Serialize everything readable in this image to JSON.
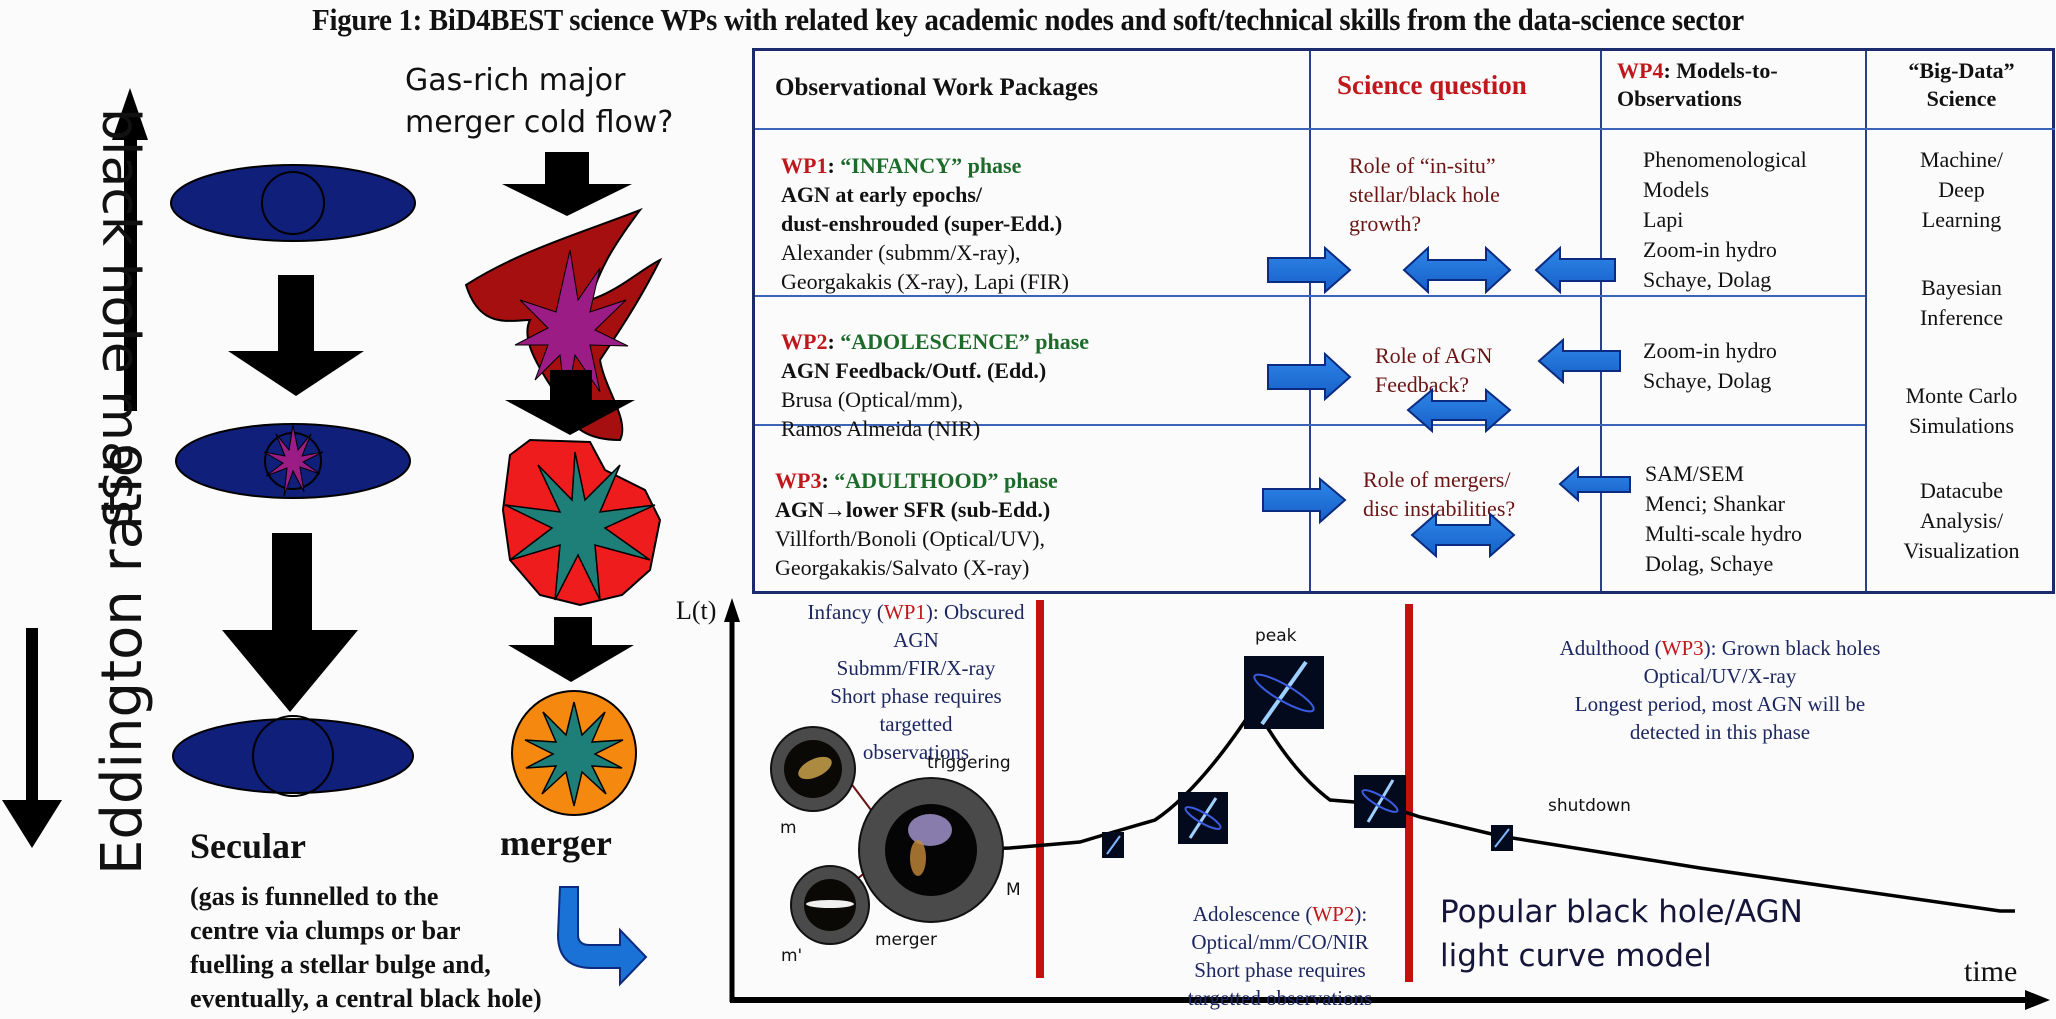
{
  "figure": {
    "title": "Figure 1: BiD4BEST science WPs with related key academic nodes and soft/technical skills from the data-science sector"
  },
  "left_panel": {
    "axis_up_label": "black hole mass",
    "axis_down_label": "Eddington ratio",
    "merger_question": [
      "Gas-rich major",
      "merger cold flow?"
    ],
    "secular_title": "Secular",
    "secular_description": [
      "(gas is funnelled to the",
      "centre via clumps or bar",
      "fuelling a stellar bulge and,",
      "eventually, a central black hole)"
    ],
    "merger_title": "merger",
    "colors": {
      "disc": "#0f1f7a",
      "burst": "#9b1c84",
      "red_blob": "#a50f0f",
      "bright_red": "#ee1c1c",
      "teal_star": "#1e7f78",
      "orange": "#f5880f",
      "blue_arrow": "#1b72d6"
    }
  },
  "table": {
    "headers": {
      "obs": "Observational Work Packages",
      "question": "Science question",
      "models_wp": "WP4",
      "models_rest": ": Models-to-",
      "models_line2": "Observations",
      "bigdata_line1": "“Big-Data”",
      "bigdata_line2": "Science"
    },
    "rows": [
      {
        "wp": "WP1",
        "sep": ": ",
        "phase": "“INFANCY” phase",
        "bold_lines": [
          "AGN at early epochs/",
          "dust-enshrouded (super-Edd.)"
        ],
        "people": [
          "Alexander (submm/X-ray),",
          "Georgakakis (X-ray), Lapi (FIR)"
        ],
        "question": [
          "Role of “in-situ”",
          "stellar/black hole",
          "growth?"
        ],
        "models": [
          "Phenomenological",
          "Models",
          "Lapi",
          "Zoom-in hydro",
          "Schaye, Dolag"
        ]
      },
      {
        "wp": "WP2",
        "sep": ": ",
        "phase": "“ADOLESCENCE” phase",
        "bold_lines": [
          "AGN Feedback/Outf. (Edd.)"
        ],
        "people": [
          "Brusa (Optical/mm),",
          "Ramos Almeida (NIR)"
        ],
        "question": [
          "Role of AGN",
          "Feedback?"
        ],
        "models": [
          "Zoom-in hydro",
          "Schaye, Dolag"
        ]
      },
      {
        "wp": "WP3",
        "sep": ": ",
        "phase": "“ADULTHOOD” phase",
        "bold_lines": [
          "AGN→lower SFR (sub-Edd.)"
        ],
        "people": [
          "Villforth/Bonoli (Optical/UV),",
          "Georgakakis/Salvato (X-ray)"
        ],
        "question": [
          "Role of mergers/",
          "disc instabilities?"
        ],
        "models": [
          "SAM/SEM",
          "Menci; Shankar",
          "Multi-scale hydro",
          "Dolag, Schaye"
        ]
      }
    ],
    "bigdata": [
      [
        "Machine/",
        "Deep",
        "Learning"
      ],
      [
        "Bayesian",
        "Inference"
      ],
      [
        "Monte Carlo",
        "Simulations"
      ],
      [
        "Datacube",
        "Analysis/",
        "Visualization"
      ]
    ]
  },
  "light_curve": {
    "y_label": "L(t)",
    "x_label": "time",
    "infancy": {
      "pre": "Infancy (",
      "wp": "WP1",
      "post": "): Obscured AGN",
      "lines": [
        "Submm/FIR/X-ray",
        "Short phase requires targetted",
        "observations"
      ]
    },
    "adolescence": {
      "pre": "Adolescence (",
      "wp": "WP2",
      "post": "):",
      "lines": [
        "Optical/mm/CO/NIR",
        "Short phase requires",
        "targetted observations"
      ]
    },
    "adulthood": {
      "pre": "Adulthood (",
      "wp": "WP3",
      "post": "): Grown black holes",
      "lines": [
        "Optical/UV/X-ray",
        "Longest period, most AGN will be",
        "detected in this phase"
      ]
    },
    "stage_labels": {
      "triggering": "triggering",
      "peak": "peak",
      "shutdown": "shutdown",
      "merger": "merger",
      "m": "m",
      "m_prime": "m'",
      "M": "M"
    },
    "model_caption": [
      "Popular black hole/AGN",
      "light curve model"
    ],
    "colors": {
      "phase_divider": "#c4100f",
      "annotation_text": "#1c2660",
      "wp_text": "#c0171c"
    }
  }
}
